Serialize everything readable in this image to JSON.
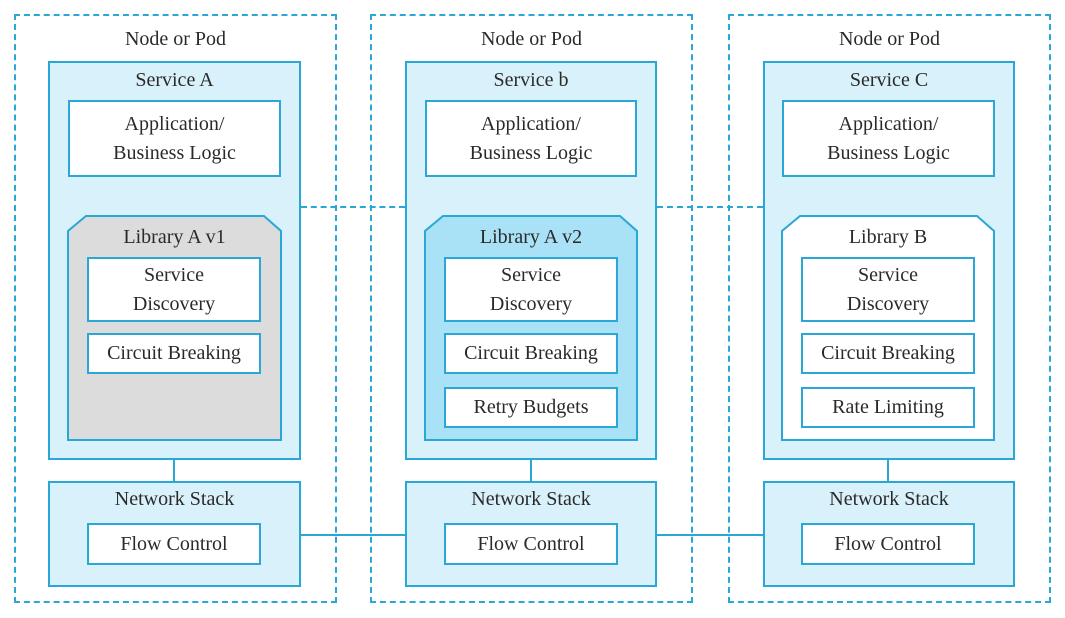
{
  "colors": {
    "accent": "#29a8d8",
    "service_fill": "#d9f1fa",
    "library_v1_fill": "#dcdcdc",
    "library_v2_fill": "#a9e2f6",
    "library_b_fill": "#ffffff",
    "box_fill": "#ffffff"
  },
  "columns": [
    {
      "pod_label": "Node or Pod",
      "service_label": "Service A",
      "app_line1": "Application/",
      "app_line2": "Business Logic",
      "library_label": "Library A v1",
      "sd_line1": "Service",
      "sd_line2": "Discovery",
      "cb_label": "Circuit Breaking",
      "network_label": "Network Stack",
      "flow_label": "Flow Control"
    },
    {
      "pod_label": "Node or Pod",
      "service_label": "Service b",
      "app_line1": "Application/",
      "app_line2": "Business Logic",
      "library_label": "Library A v2",
      "sd_line1": "Service",
      "sd_line2": "Discovery",
      "cb_label": "Circuit Breaking",
      "extra_label": "Retry Budgets",
      "network_label": "Network Stack",
      "flow_label": "Flow Control"
    },
    {
      "pod_label": "Node or Pod",
      "service_label": "Service C",
      "app_line1": "Application/",
      "app_line2": "Business Logic",
      "library_label": "Library B",
      "sd_line1": "Service",
      "sd_line2": "Discovery",
      "cb_label": "Circuit Breaking",
      "extra_label": "Rate Limiting",
      "network_label": "Network Stack",
      "flow_label": "Flow Control"
    }
  ]
}
